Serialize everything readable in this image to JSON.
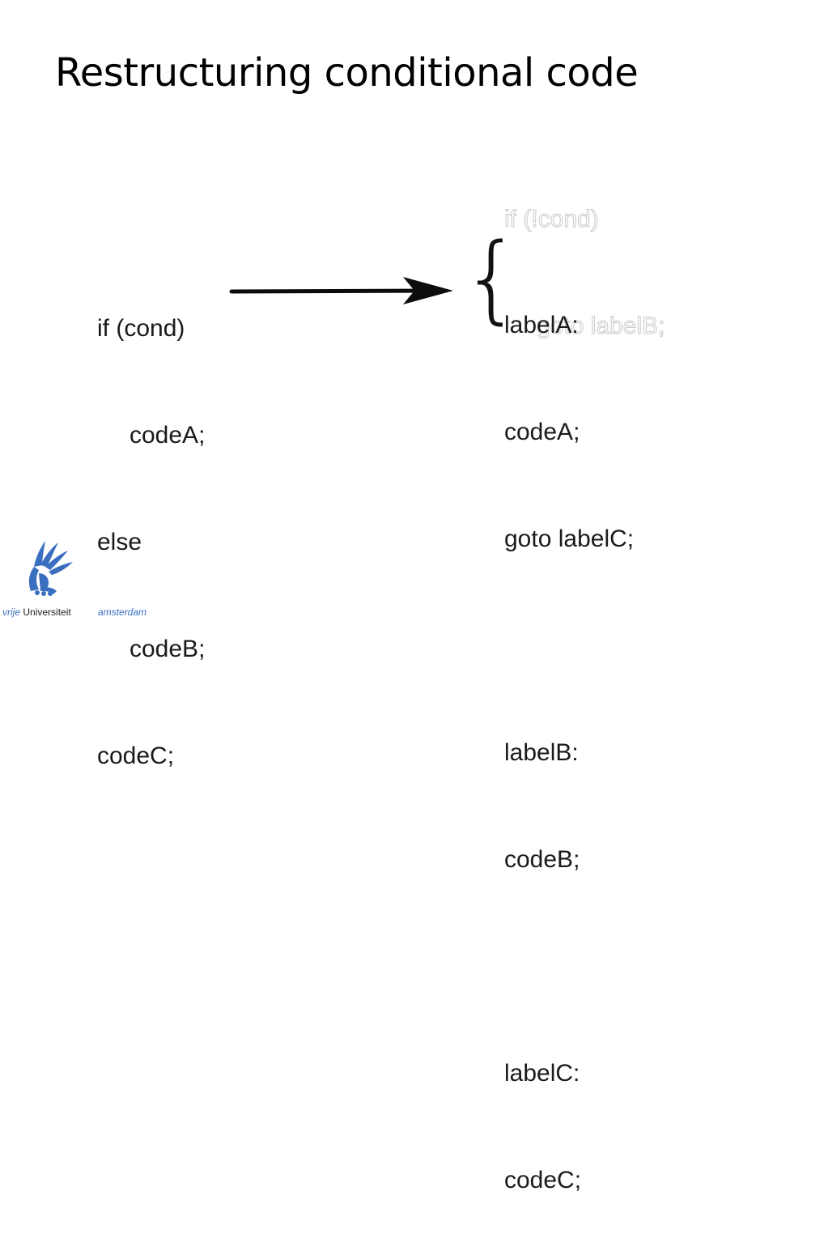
{
  "slide": {
    "title": "Restructuring conditional code"
  },
  "original_code": [
    "if (cond)",
    "codeA;",
    "else",
    "codeB;",
    "codeC;"
  ],
  "ghost_code": [
    "if (!cond)",
    "goto labelB;"
  ],
  "restructured_code": [
    "labelA:",
    "codeA;",
    "goto labelC;",
    "labelB:",
    "codeB;",
    "labelC:",
    "codeC;"
  ],
  "brace_symbol": "{",
  "footer": {
    "vrije": "vrije",
    "universiteit": "Universiteit",
    "city": "amsterdam"
  },
  "colors": {
    "brand_blue": "#3a6fc0",
    "ghost_outline": "#c9c9c9"
  }
}
